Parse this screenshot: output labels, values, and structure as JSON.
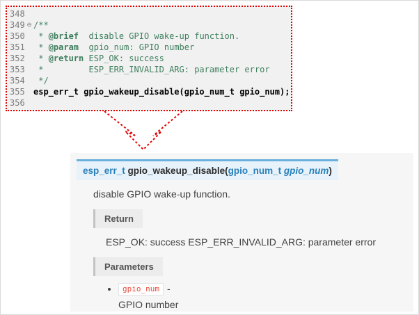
{
  "colors": {
    "accent-red": "#e00000",
    "editor-bg": "#f1f1f1",
    "line-num": "#7a7a7a",
    "comment-green": "#3f7f5f",
    "panel-bg": "#f6f6f6",
    "sig-bg": "#e7f2fa",
    "sig-border": "#6ab0de",
    "link-blue": "#2980b9",
    "rubric-bg": "#ececec",
    "rubric-border": "#c3c3c3",
    "rubric-text": "#555555",
    "text": "#404040",
    "chip-red": "#e74c3c",
    "chip-border": "#e1e4e5"
  },
  "editor": {
    "lines": [
      {
        "num": "348",
        "fold": "",
        "segments": []
      },
      {
        "num": "349",
        "fold": "⊖",
        "segments": [
          {
            "text": "/**",
            "style": "comment"
          }
        ]
      },
      {
        "num": "350",
        "fold": "",
        "segments": [
          {
            "text": " * ",
            "style": "comment"
          },
          {
            "text": "@brief",
            "style": "tag"
          },
          {
            "text": "  disable GPIO wake-up function.",
            "style": "comment"
          }
        ]
      },
      {
        "num": "351",
        "fold": "",
        "segments": [
          {
            "text": " * ",
            "style": "comment"
          },
          {
            "text": "@param",
            "style": "tag"
          },
          {
            "text": "  gpio_num: GPIO number",
            "style": "comment"
          }
        ]
      },
      {
        "num": "352",
        "fold": "",
        "segments": [
          {
            "text": " * ",
            "style": "comment"
          },
          {
            "text": "@return",
            "style": "tag"
          },
          {
            "text": " ESP_OK: success",
            "style": "comment"
          }
        ]
      },
      {
        "num": "353",
        "fold": "",
        "segments": [
          {
            "text": " *         ESP_ERR_INVALID_ARG: parameter error",
            "style": "comment"
          }
        ]
      },
      {
        "num": "354",
        "fold": "",
        "segments": [
          {
            "text": " */",
            "style": "comment"
          }
        ]
      },
      {
        "num": "355",
        "fold": "",
        "segments": [
          {
            "text": "esp_err_t gpio_wakeup_disable(gpio_num_t gpio_num);",
            "style": "code-bold"
          }
        ]
      },
      {
        "num": "356",
        "fold": "",
        "segments": []
      }
    ]
  },
  "doc": {
    "signature": [
      {
        "text": "esp_err_t ",
        "style": "type"
      },
      {
        "text": "gpio_wakeup_disable",
        "style": "name"
      },
      {
        "text": "(",
        "style": "plain"
      },
      {
        "text": "gpio_num_t ",
        "style": "type"
      },
      {
        "text": "gpio_num",
        "style": "param"
      },
      {
        "text": ")",
        "style": "plain"
      }
    ],
    "brief": "disable GPIO wake-up function.",
    "return_label": "Return",
    "return_text": "ESP_OK: success ESP_ERR_INVALID_ARG: parameter error",
    "parameters_label": "Parameters",
    "parameters": [
      {
        "code": "gpio_num",
        "dash": "-",
        "desc": "GPIO number"
      }
    ]
  }
}
